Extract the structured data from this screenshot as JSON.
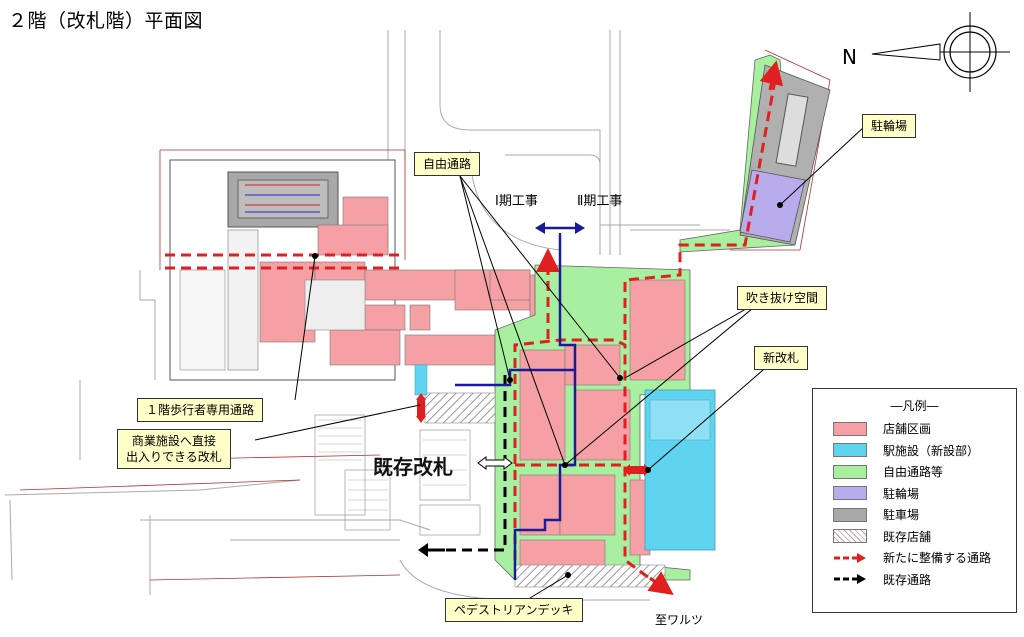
{
  "title": "２階（改札階）平面図",
  "compass": {
    "north": "N"
  },
  "labels": {
    "free_passage": "自由通路",
    "phase1": "Ⅰ期工事",
    "phase2": "Ⅱ期工事",
    "bicycle_parking": "駐輪場",
    "atrium": "吹き抜け空間",
    "new_gate": "新改札",
    "pedestrian_only": "１階歩行者専用通路",
    "commercial_gate_line1": "商業施設へ直接",
    "commercial_gate_line2": "出入りできる改札",
    "existing_gate": "既存改札",
    "pedestrian_deck": "ペデストリアンデッキ",
    "to_waltz": "至ワルツ"
  },
  "legend": {
    "title": "―凡例―",
    "items": [
      {
        "label": "店舗区画",
        "type": "swatch",
        "color": "#f4a0a4"
      },
      {
        "label": "駅施設（新設部）",
        "type": "swatch",
        "color": "#5fd3f0"
      },
      {
        "label": "自由通路等",
        "type": "swatch",
        "color": "#a8f0a0"
      },
      {
        "label": "駐輪場",
        "type": "swatch",
        "color": "#b9acec"
      },
      {
        "label": "駐車場",
        "type": "swatch",
        "color": "#a8a8a8"
      },
      {
        "label": "既存店舗",
        "type": "hatch",
        "color": "#c8a0a0"
      },
      {
        "label": "新たに整備する通路",
        "type": "arrow",
        "color": "#e02020"
      },
      {
        "label": "既存通路",
        "type": "arrow",
        "color": "#000000"
      }
    ]
  }
}
